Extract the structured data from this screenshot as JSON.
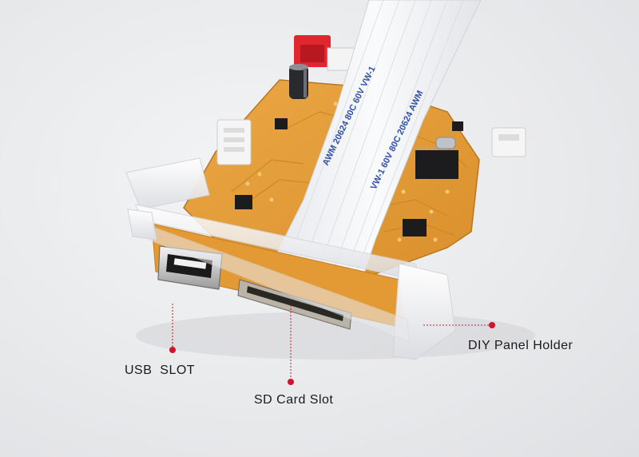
{
  "callouts": {
    "usb_slot": "USB  SLOT",
    "sd_card_slot": "SD Card Slot",
    "panel_holder": "DIY Panel Holder"
  },
  "cable_print": {
    "line_a": "AWM  20624  80C  60V  VW-1",
    "line_b": "VW-1  60V  80C  20624  AWM"
  },
  "colors": {
    "background": "#eaebed",
    "pcb": "#e8a13a",
    "pcb_dark": "#c97f22",
    "ribbon": "#f4f5f7",
    "ribbon_print": "#2f4fa8",
    "panel": "#f2f2f4",
    "callout_marker": "#d2142a",
    "connector_red": "#e0262e"
  }
}
